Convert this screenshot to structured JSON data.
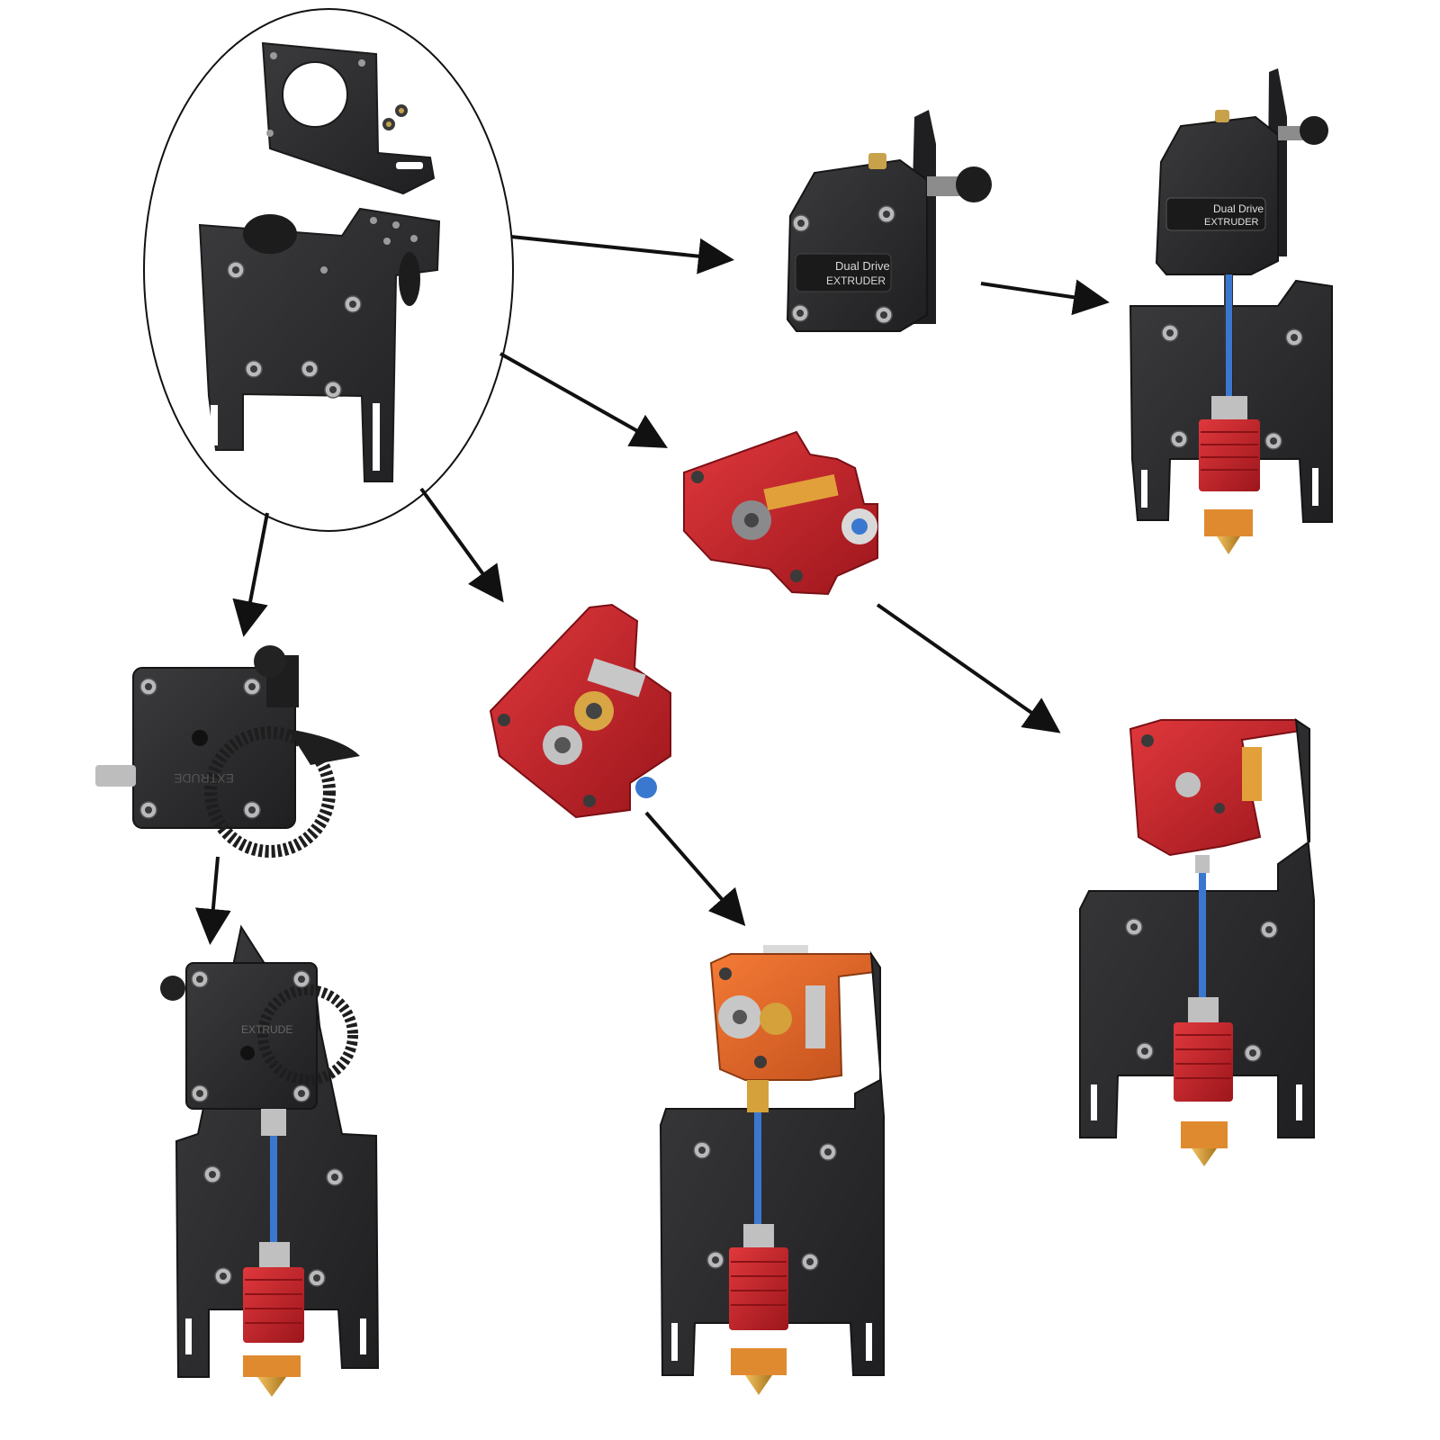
{
  "labels": {
    "bmg_line1": "Dual Drive",
    "bmg_line2": "EXTRUDER",
    "titan_text": "EXTRUDE"
  },
  "colors": {
    "background": "#ffffff",
    "plate_black": "#2b2b2d",
    "plate_edge": "#1a1a1b",
    "aluminum_red": "#c8232a",
    "aluminum_orange": "#e8682a",
    "ptfe_blue": "#3a78d0",
    "brass": "#d4a13a",
    "arrow": "#111111"
  },
  "icons": [
    "arrow-icon",
    "extruder-icon",
    "mounting-plate-icon",
    "hotend-icon",
    "screw-icon"
  ]
}
